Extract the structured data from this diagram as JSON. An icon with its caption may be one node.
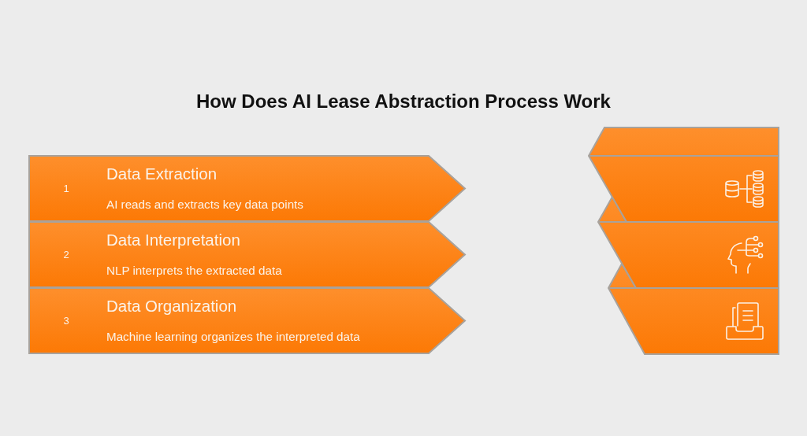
{
  "diagram": {
    "title": "How Does AI Lease Abstraction Process Work",
    "nodes": [
      {
        "text": [
          "1",
          "Data Extraction",
          "AI reads and extracts key data points"
        ]
      },
      {
        "text": [
          "2",
          "Data Interpretation",
          "NLP interprets the extracted data"
        ]
      },
      {
        "text": [
          "3",
          "Data Organization",
          "Machine learning organizes the interpreted data"
        ]
      },
      {
        "text": [],
        "shape": "chevron"
      },
      {
        "text": [],
        "shape": "chevron"
      },
      {
        "text": [],
        "shape": "chevron"
      }
    ]
  }
}
